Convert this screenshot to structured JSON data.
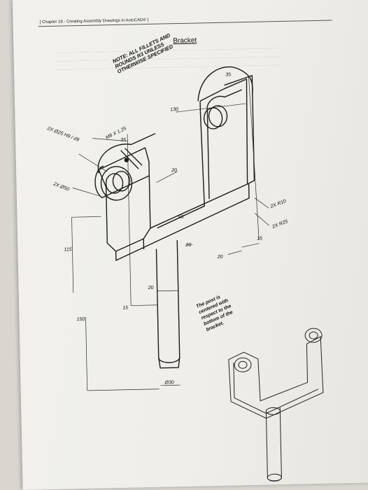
{
  "header": {
    "chapter": "[ Chapter 18 - Creating Assembly Drawings in AutoCAD® ]"
  },
  "drawing": {
    "title": "Bracket",
    "note_lines": [
      "NOTE: ALL FILLETS AND",
      "ROUNDS R3 UNLESS",
      "OTHERWISE SPECIFIED"
    ],
    "post_note_lines": [
      "The post is",
      "centered with",
      "respect to the",
      "bottom of the",
      "bracket."
    ],
    "dimensions": {
      "thread": "M8 X 1.25",
      "hole_small": "2X Ø25 H9 / d9",
      "hole_large": "2X Ø50",
      "d130": "130",
      "d35_left": "35",
      "d35_top": "35",
      "d20_a": "20",
      "d50": "50",
      "d20_b": "20",
      "d20_c": "20",
      "d20_d": "20",
      "d15_left": "15",
      "d15_right": "15",
      "d115": "115",
      "d150": "150",
      "r10": "2X R10",
      "r25": "2X R25",
      "post_dia": "Ø30"
    }
  }
}
